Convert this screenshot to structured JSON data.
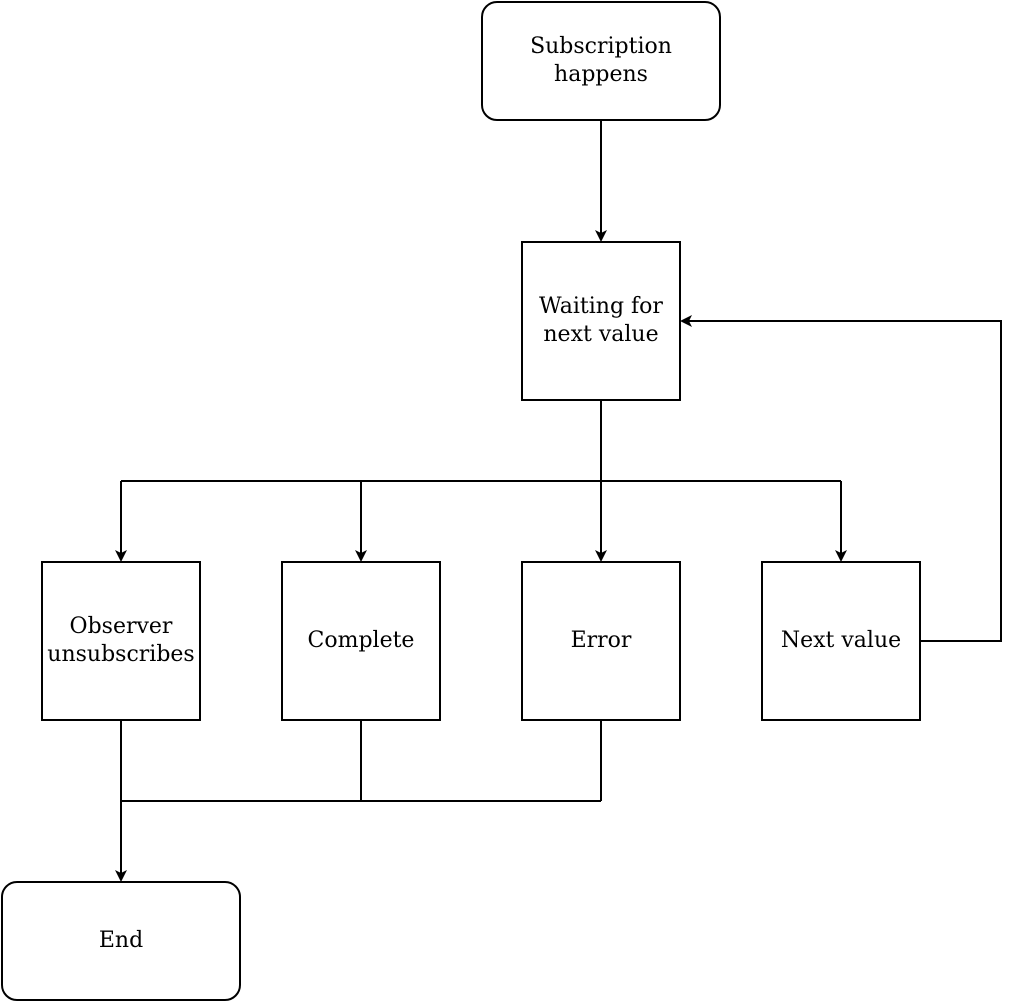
{
  "nodes": {
    "start": "Subscription\nhappens",
    "waiting": "Waiting for\nnext value",
    "unsubscribe": "Observer\nunsubscribes",
    "complete": "Complete",
    "error": "Error",
    "next_value": "Next value",
    "end": "End"
  },
  "colors": {
    "stroke": "#000000",
    "fill": "#ffffff"
  }
}
